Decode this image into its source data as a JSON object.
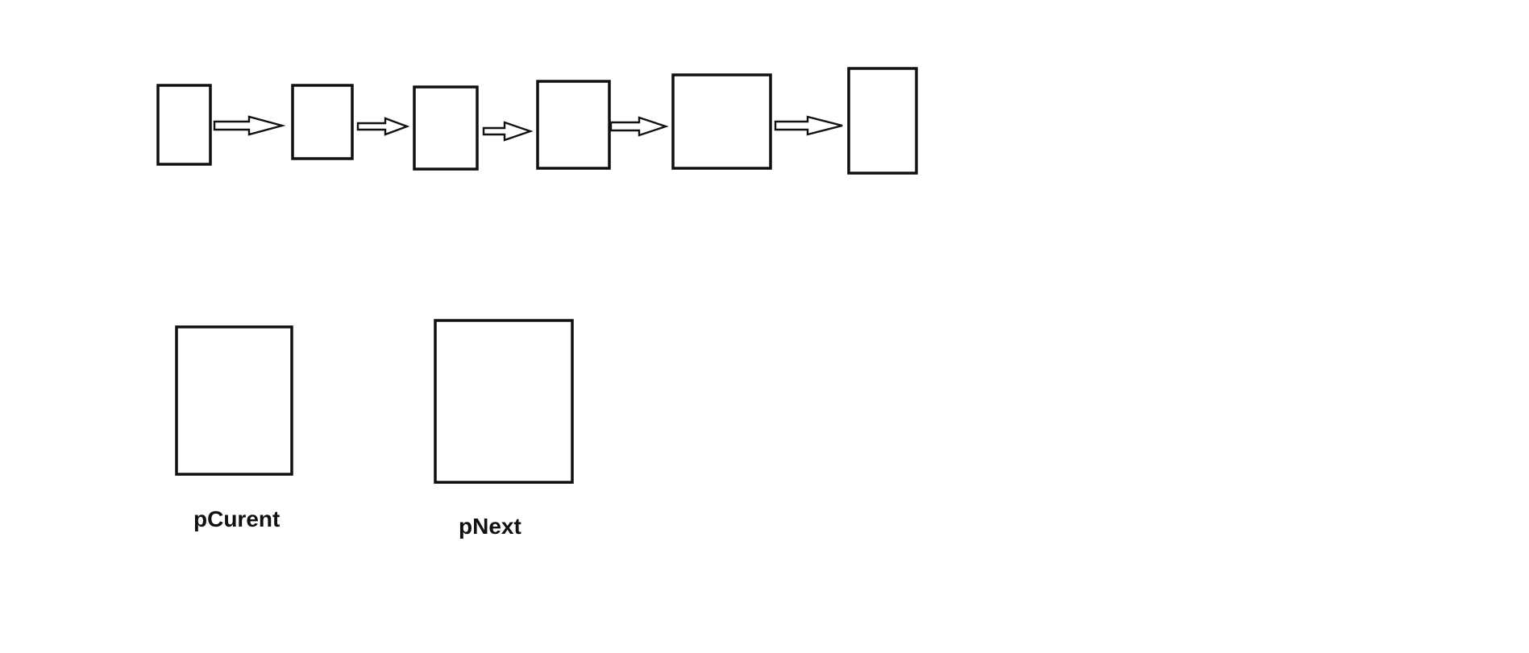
{
  "diagram": {
    "type": "linked-list",
    "node_count": 6,
    "link_count": 5,
    "pointers": [
      {
        "label": "pCurent"
      },
      {
        "label": "pNext"
      }
    ]
  },
  "colors": {
    "background": "#ffffff",
    "stroke": "#111111"
  }
}
